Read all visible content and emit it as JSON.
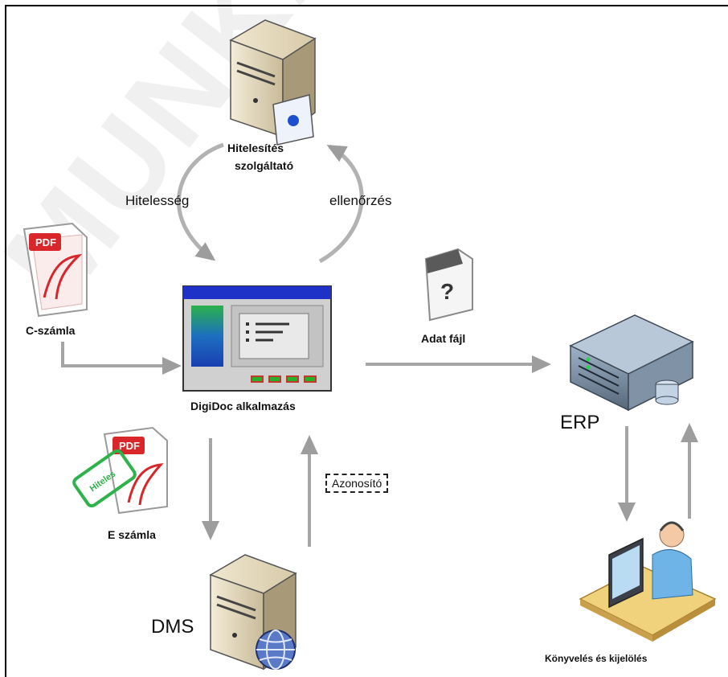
{
  "watermark": "MUNKA",
  "labels": {
    "tsp_line1": "Hitelesítés",
    "tsp_line2": "szolgáltató",
    "hitelesseg": "Hitelesség",
    "ellenorzes": "ellenőrzés",
    "c_szamla": "C-számla",
    "adat_fajl": "Adat fájl",
    "digidoc": "DigiDoc alkalmazás",
    "erp": "ERP",
    "azonosito": "Azonosító",
    "e_szamla": "E számla",
    "dms": "DMS",
    "kozl": "Könyvelés és kijelölés"
  },
  "icons": {
    "pdf_label": "PDF",
    "stamp_label": "Hiteles",
    "question_mark": "?"
  }
}
